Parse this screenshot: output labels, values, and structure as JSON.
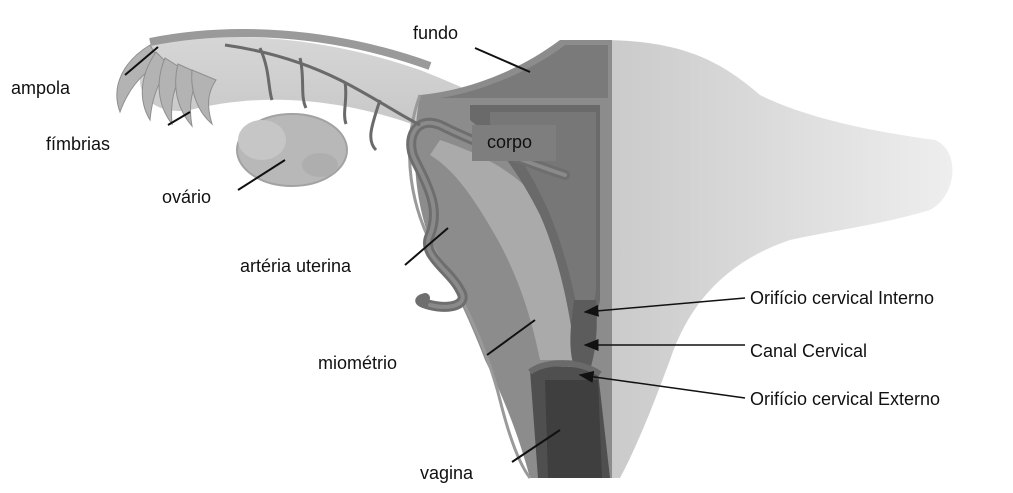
{
  "labels": {
    "fundo": "fundo",
    "ampola": "ampola",
    "fimbrias": "fímbrias",
    "corpo": "corpo",
    "ovario": "ovário",
    "arteria_uterina": "artéria uterina",
    "miometrio": "miométrio",
    "vagina": "vagina",
    "orificio_interno": "Orifício cervical Interno",
    "canal_cervical": "Canal Cervical",
    "orificio_externo": "Orifício cervical Externo"
  },
  "colors": {
    "background": "#ffffff",
    "tissue_light": "#dcdcdc",
    "tissue_mid": "#bdbdbd",
    "tissue_dark": "#8a8a8a",
    "tissue_darker": "#6e6e6e",
    "vagina_dark": "#4a4a4a",
    "line": "#111111"
  }
}
